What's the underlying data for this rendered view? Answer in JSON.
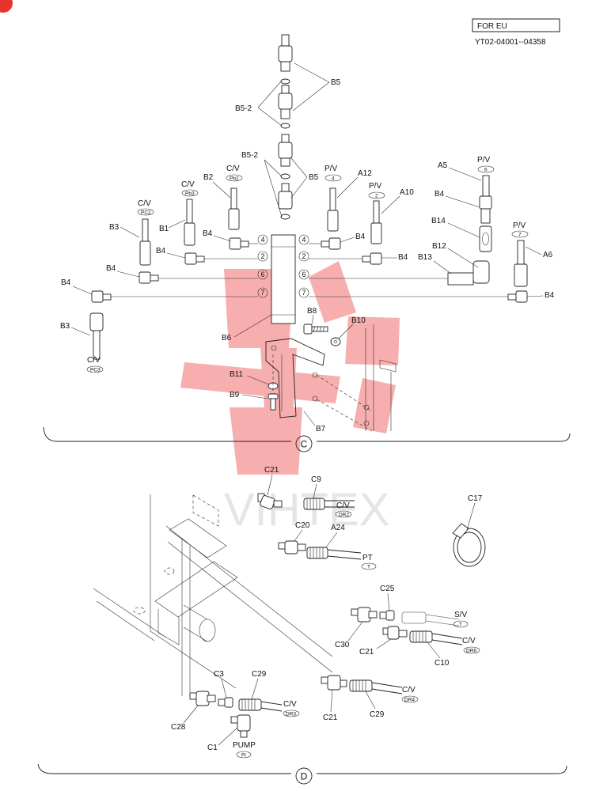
{
  "header": {
    "region": "FOR EU",
    "serial_range": "YT02-04001--04358"
  },
  "watermark": {
    "brand": "VIHTEX",
    "color": "#f26c6c"
  },
  "sections": {
    "c": {
      "label": "C"
    },
    "d": {
      "label": "D"
    }
  },
  "labels_c": {
    "b5_top": "B5",
    "b5_2_top": "B5-2",
    "b5_2_mid": "B5-2",
    "b5_mid": "B5",
    "b2": "B2",
    "b1": "B1",
    "b3_left": "B3",
    "b4_l1": "B4",
    "b4_l2": "B4",
    "b4_l3": "B4",
    "b4_l4": "B4",
    "b4_r1": "B4",
    "b4_r2": "B4",
    "b4_r3": "B4",
    "b4_r4": "B4",
    "b3_low": "B3",
    "b6": "B6",
    "b7": "B7",
    "b8": "B8",
    "b9": "B9",
    "b10": "B10",
    "b11": "B11",
    "b12": "B12",
    "b13": "B13",
    "b14": "B14",
    "a5": "A5",
    "a6": "A6",
    "a10": "A10",
    "a12": "A12"
  },
  "port_c": {
    "cv_pc2": {
      "name": "C/V",
      "code": "PC2"
    },
    "cv_pb3": {
      "name": "C/V",
      "code": "Pb3"
    },
    "cv_pb2": {
      "name": "C/V",
      "code": "Pb2"
    },
    "pv_4": {
      "name": "P/V",
      "code": "4"
    },
    "pv_2": {
      "name": "P/V",
      "code": "2"
    },
    "pv_6": {
      "name": "P/V",
      "code": "6"
    },
    "pv_7": {
      "name": "P/V",
      "code": "7"
    },
    "cv_pc3": {
      "name": "C/V",
      "code": "PC3"
    }
  },
  "block_ports": {
    "left": [
      "4",
      "2",
      "6",
      "7"
    ],
    "right": [
      "4",
      "2",
      "6",
      "7"
    ]
  },
  "labels_d": {
    "c21_top": "C21",
    "c9": "C9",
    "c17": "C17",
    "c20": "C20",
    "a24": "A24",
    "c25": "C25",
    "c30": "C30",
    "c21_mid": "C21",
    "c10": "C10",
    "c3": "C3",
    "c29_a": "C29",
    "c28": "C28",
    "c1": "C1",
    "c21_low": "C21",
    "c29_b": "C29"
  },
  "port_d": {
    "cv_dr2": {
      "name": "C/V",
      "code": "DR2"
    },
    "pt_t": {
      "name": "PT",
      "code": "T"
    },
    "sv_t": {
      "name": "S/V",
      "code": "T"
    },
    "cv_dr6": {
      "name": "C/V",
      "code": "DR6"
    },
    "cv_dr3": {
      "name": "C/V",
      "code": "DR3"
    },
    "cv_dr4": {
      "name": "C/V",
      "code": "DR4"
    },
    "pump_pi": {
      "name": "PUMP",
      "code": "Pi"
    }
  },
  "corner_badge": {
    "color": "#e8322d"
  }
}
